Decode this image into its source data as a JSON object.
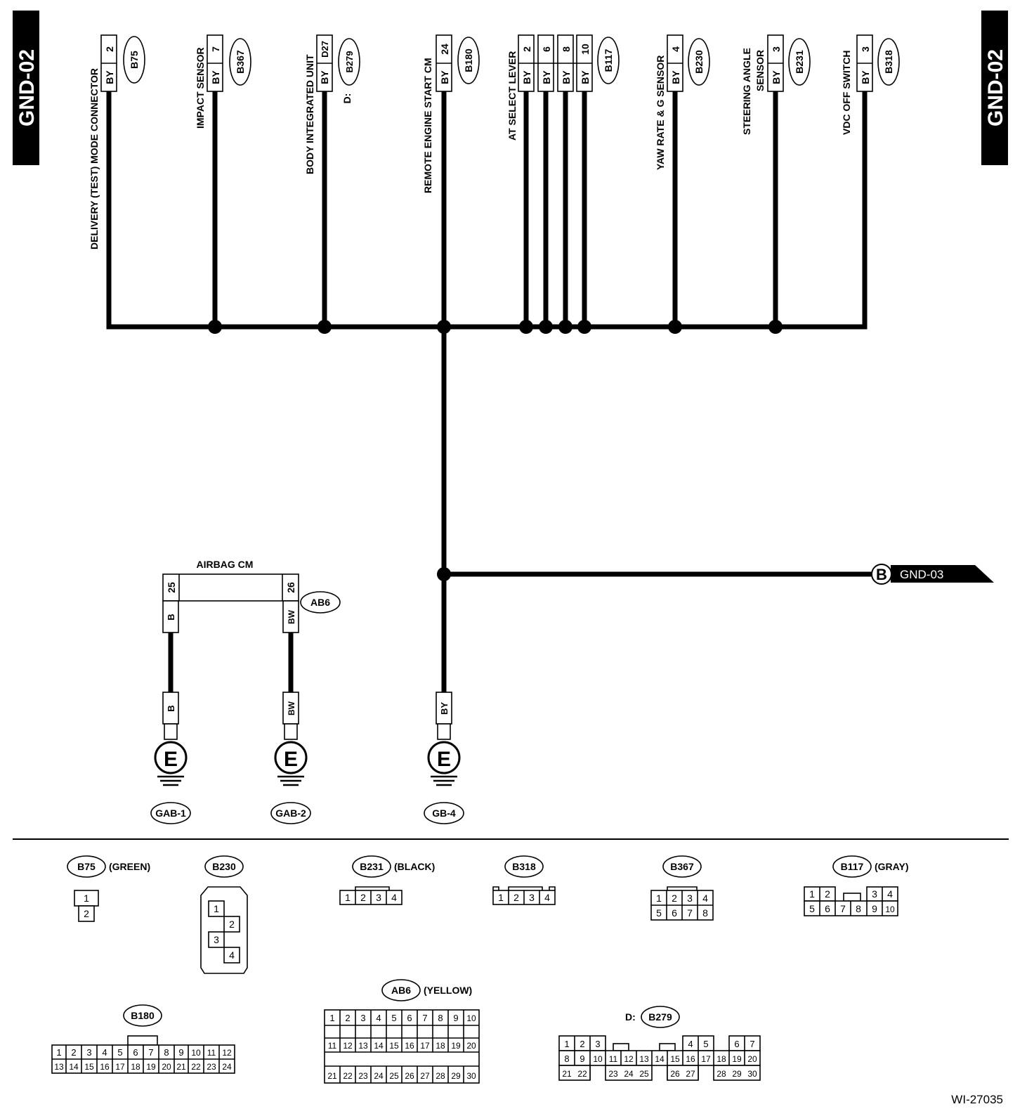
{
  "page": {
    "id_left": "GND-02",
    "id_right": "GND-02",
    "figure_code": "WI-27035"
  },
  "top_connectors": [
    {
      "label": "DELIVERY (TEST) MODE CONNECTOR",
      "conn": "B75",
      "pins": [
        "2"
      ],
      "colors": [
        "BY"
      ]
    },
    {
      "label": "IMPACT SENSOR",
      "conn": "B367",
      "pins": [
        "7"
      ],
      "colors": [
        "BY"
      ]
    },
    {
      "label": "BODY INTEGRATED UNIT",
      "label2": "D:",
      "conn": "B279",
      "pins": [
        "D27"
      ],
      "colors": [
        "BY"
      ]
    },
    {
      "label": "REMOTE ENGINE START CM",
      "conn": "B180",
      "pins": [
        "24"
      ],
      "colors": [
        "BY"
      ]
    },
    {
      "label": "AT SELECT LEVER",
      "conn": "B117",
      "pins": [
        "2",
        "6",
        "8",
        "10"
      ],
      "colors": [
        "BY",
        "BY",
        "BY",
        "BY"
      ]
    },
    {
      "label": "YAW RATE & G SENSOR",
      "conn": "B230",
      "pins": [
        "4"
      ],
      "colors": [
        "BY"
      ]
    },
    {
      "label": "STEERING ANGLE",
      "label2": "SENSOR",
      "conn": "B231",
      "pins": [
        "3"
      ],
      "colors": [
        "BY"
      ]
    },
    {
      "label": "VDC OFF SWITCH",
      "conn": "B318",
      "pins": [
        "3"
      ],
      "colors": [
        "BY"
      ]
    }
  ],
  "airbag": {
    "label": "AIRBAG CM",
    "conn": "AB6",
    "pins": [
      "25",
      "26"
    ],
    "colors": [
      "B",
      "BW"
    ]
  },
  "grounds": [
    {
      "symbol": "E",
      "color": "B",
      "name": "GAB-1"
    },
    {
      "symbol": "E",
      "color": "BW",
      "name": "GAB-2"
    },
    {
      "symbol": "E",
      "color": "BY",
      "name": "GB-4"
    }
  ],
  "branch": {
    "letter": "B",
    "target": "GND-03"
  },
  "connector_views": [
    {
      "name": "B75",
      "note": "(GREEN)",
      "pins": [
        "1",
        "2"
      ]
    },
    {
      "name": "B230",
      "note": "",
      "pins": [
        "1",
        "2",
        "3",
        "4"
      ]
    },
    {
      "name": "B231",
      "note": "(BLACK)",
      "pins": [
        "1",
        "2",
        "3",
        "4"
      ]
    },
    {
      "name": "B318",
      "note": "",
      "pins": [
        "1",
        "2",
        "3",
        "4"
      ]
    },
    {
      "name": "B367",
      "note": "",
      "pins": [
        "1",
        "2",
        "3",
        "4",
        "5",
        "6",
        "7",
        "8"
      ]
    },
    {
      "name": "B117",
      "note": "(GRAY)",
      "pins": [
        "1",
        "2",
        "3",
        "4",
        "5",
        "6",
        "7",
        "8",
        "9",
        "10"
      ]
    },
    {
      "name": "B180",
      "note": "",
      "pins": [
        "1",
        "2",
        "3",
        "4",
        "5",
        "6",
        "7",
        "8",
        "9",
        "10",
        "11",
        "12",
        "13",
        "14",
        "15",
        "16",
        "17",
        "18",
        "19",
        "20",
        "21",
        "22",
        "23",
        "24"
      ]
    },
    {
      "name": "AB6",
      "note": "(YELLOW)",
      "pins": [
        "1",
        "2",
        "3",
        "4",
        "5",
        "6",
        "7",
        "8",
        "9",
        "10",
        "11",
        "12",
        "13",
        "14",
        "15",
        "16",
        "17",
        "18",
        "19",
        "20",
        "21",
        "22",
        "23",
        "24",
        "25",
        "26",
        "27",
        "28",
        "29",
        "30"
      ]
    },
    {
      "name": "B279",
      "prefix": "D:",
      "note": "",
      "pins": [
        "1",
        "2",
        "3",
        "4",
        "5",
        "6",
        "7",
        "8",
        "9",
        "10",
        "11",
        "12",
        "13",
        "14",
        "15",
        "16",
        "17",
        "18",
        "19",
        "20",
        "21",
        "22",
        "23",
        "24",
        "25",
        "26",
        "27",
        "28",
        "29",
        "30"
      ]
    }
  ]
}
